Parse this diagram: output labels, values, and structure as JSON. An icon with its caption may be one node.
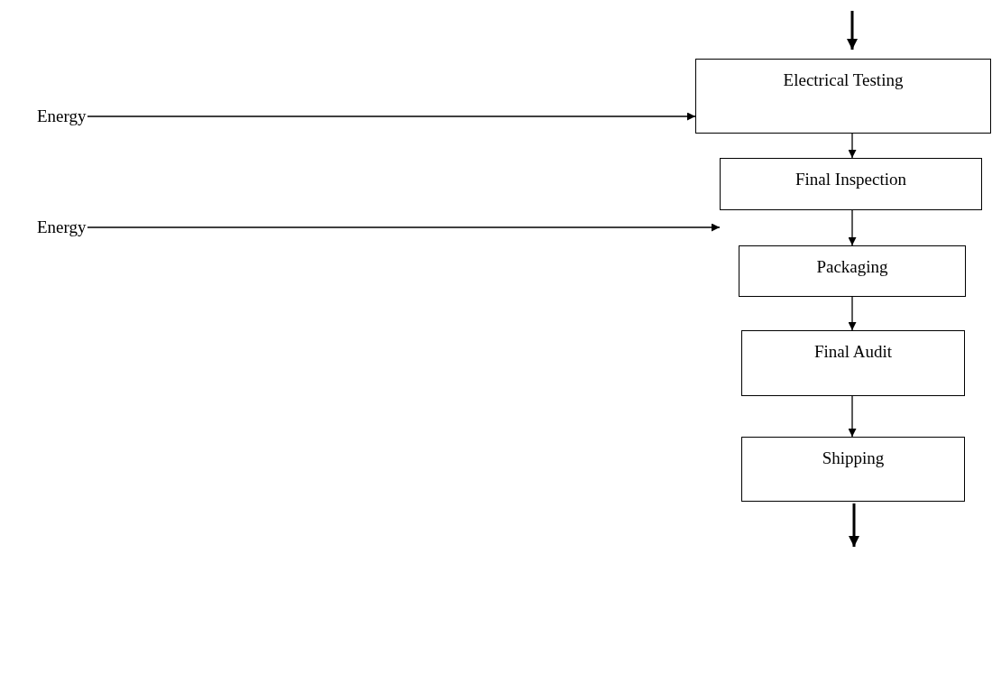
{
  "diagram": {
    "nodes": [
      {
        "text": [
          "Energy"
        ]
      },
      {
        "text": [
          "Energy"
        ]
      },
      {
        "text": [
          "Electrical Testing"
        ]
      },
      {
        "text": [
          "Final Inspection"
        ]
      },
      {
        "text": [
          "Packaging"
        ]
      },
      {
        "text": [
          "Final Audit"
        ]
      },
      {
        "text": [
          "Shipping"
        ]
      }
    ],
    "edges": [
      {
        "from": null,
        "to": 2,
        "arrow": "to",
        "style": "thick"
      },
      {
        "from": 0,
        "to": 2,
        "arrow": "to"
      },
      {
        "from": 2,
        "to": 3,
        "arrow": "to"
      },
      {
        "from": 1,
        "to": 3,
        "arrow": "to"
      },
      {
        "from": 3,
        "to": 4,
        "arrow": "to"
      },
      {
        "from": 4,
        "to": 5,
        "arrow": "to"
      },
      {
        "from": 5,
        "to": 6,
        "arrow": "to"
      },
      {
        "from": 6,
        "to": null,
        "arrow": "to",
        "style": "thick"
      }
    ]
  }
}
